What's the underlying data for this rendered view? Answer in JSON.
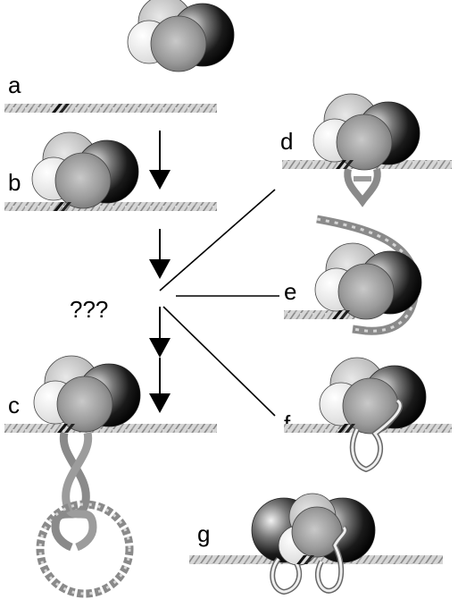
{
  "panels": {
    "a": "a",
    "b": "b",
    "c": "c",
    "d": "d",
    "e": "e",
    "f": "f",
    "g": "g"
  },
  "pathway_text": "???",
  "colors": {
    "dna_light": "#d9d9d9",
    "dna_dark": "#8a8a8a",
    "site_dark": "#1a1a1a",
    "arrow": "#000000",
    "line": "#000000",
    "subunit_white": "#ffffff",
    "subunit_light": "#c8c8c8",
    "subunit_mid": "#9a9a9a",
    "subunit_black": "#111111"
  },
  "icons": [
    "protein-complex-icon",
    "dna-helix-icon",
    "binding-site-icon",
    "down-arrow-icon",
    "dna-loop-icon",
    "dna-wrap-icon"
  ]
}
